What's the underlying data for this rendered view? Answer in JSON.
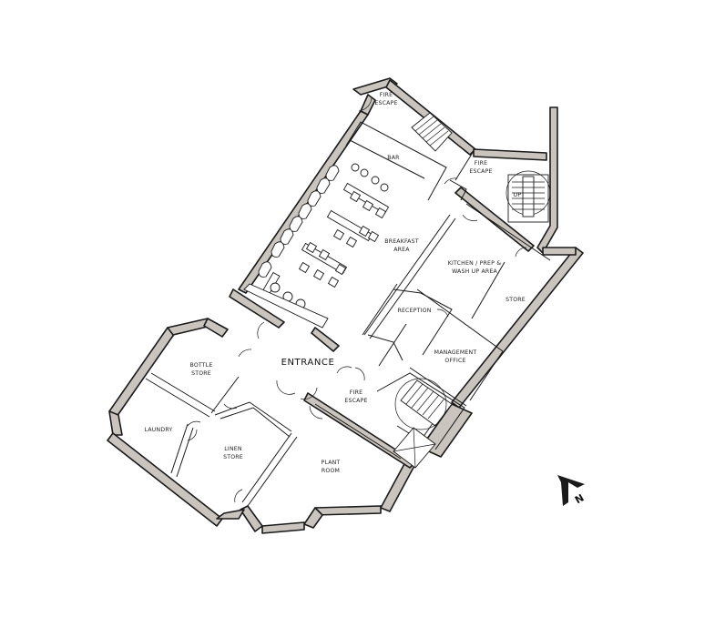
{
  "plan": {
    "rooms": {
      "fire_escape_top": [
        "FIRE",
        "ESCAPE"
      ],
      "bar": "BAR",
      "fire_escape_right": [
        "FIRE",
        "ESCAPE"
      ],
      "breakfast": [
        "BREAKFAST",
        "AREA"
      ],
      "kitchen": [
        "KITCHEN / PREP &",
        "WASH UP AREA"
      ],
      "store": "STORE",
      "reception": "RECEPTION",
      "management": [
        "MANAGEMENT",
        "OFFICE"
      ],
      "entrance": "ENTRANCE",
      "fire_escape_bottom": [
        "FIRE",
        "ESCAPE"
      ],
      "bottle_store": [
        "BOTTLE",
        "STORE"
      ],
      "laundry": "LAUNDRY",
      "linen_store": [
        "LINEN",
        "STORE"
      ],
      "plant_room": [
        "PLANT",
        "ROOM"
      ]
    },
    "north_label": "N",
    "stair_label": "UP",
    "colors": {
      "wall": "#c9c4bd",
      "line": "#1a1a1a",
      "background": "#ffffff"
    }
  }
}
